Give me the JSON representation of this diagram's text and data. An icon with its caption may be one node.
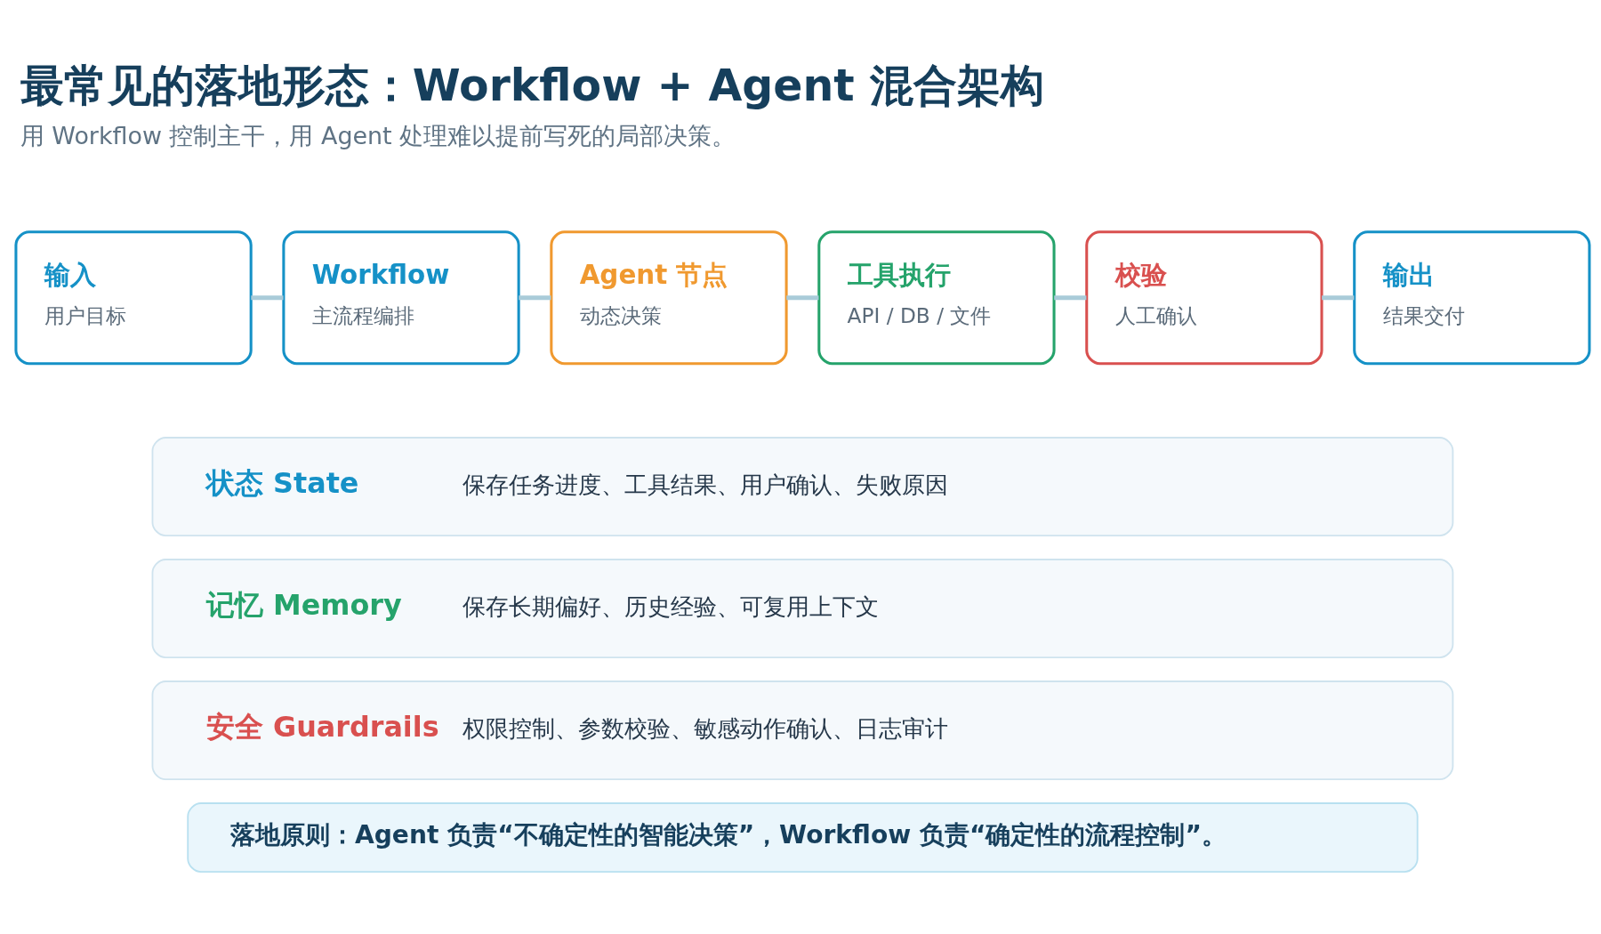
{
  "diagram": {
    "title": "最常见的落地形态：Workflow + Agent 混合架构",
    "nodes": [
      {
        "text": [
          "输入",
          "用户目标"
        ]
      },
      {
        "text": [
          "Workflow",
          "主流程编排"
        ]
      },
      {
        "text": [
          "Agent 节点",
          "动态决策"
        ]
      },
      {
        "text": [
          "工具执行",
          "API / DB / 文件"
        ]
      },
      {
        "text": [
          "校验",
          "人工确认"
        ]
      },
      {
        "text": [
          "输出",
          "结果交付"
        ]
      },
      {
        "text": [
          "状态 State",
          "保存任务进度、工具结果、用户确认、失败原因"
        ]
      },
      {
        "text": [
          "记忆 Memory",
          "保存长期偏好、历史经验、可复用上下文"
        ]
      },
      {
        "text": [
          "安全 Guardrails",
          "权限控制、参数校验、敏感动作确认、日志审计"
        ]
      },
      {
        "text": [
          "落地原则：Agent 负责“不确定性的智能决策”，Workflow 负责“确定性的流程控制”。"
        ]
      }
    ],
    "edges": [
      {
        "from": 0,
        "to": 1,
        "arrow": "none"
      },
      {
        "from": 1,
        "to": 2,
        "arrow": "none"
      },
      {
        "from": 2,
        "to": 3,
        "arrow": "none"
      },
      {
        "from": 3,
        "to": 4,
        "arrow": "none"
      },
      {
        "from": 4,
        "to": 5,
        "arrow": "none"
      }
    ],
    "labels": [
      "用 Workflow 控制主干，用 Agent 处理难以提前写死的局部决策。"
    ]
  }
}
